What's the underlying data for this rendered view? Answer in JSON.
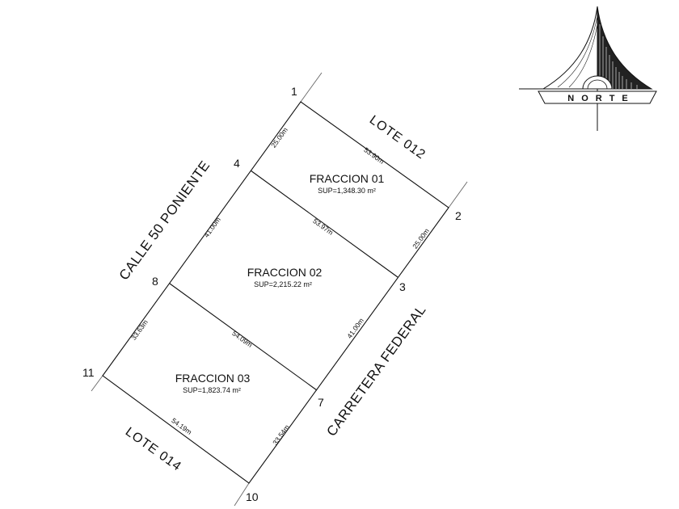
{
  "points": [
    {
      "id": "p1",
      "label": "1"
    },
    {
      "id": "p2",
      "label": "2"
    },
    {
      "id": "p3",
      "label": "3"
    },
    {
      "id": "p4",
      "label": "4"
    },
    {
      "id": "p7",
      "label": "7"
    },
    {
      "id": "p8",
      "label": "8"
    },
    {
      "id": "p10",
      "label": "10"
    },
    {
      "id": "p11",
      "label": "11"
    }
  ],
  "dimensions": {
    "d_1_4": "25.00m",
    "d_1_2": "53.90m",
    "d_2_3": "25.00m",
    "d_4_3": "53.97m",
    "d_4_8": "41.00m",
    "d_3_7": "41.00m",
    "d_8_7": "54.09m",
    "d_8_11": "33.63m",
    "d_11_10": "54.19m",
    "d_7_10": "33.54m"
  },
  "streets": {
    "west": "CALLE 50 PONIENTE",
    "east": "CARRETERA FEDERAL",
    "north": "LOTE 012",
    "south": "LOTE 014"
  },
  "fractions": [
    {
      "name": "FRACCION 01",
      "area": "SUP=1,348.30 m²"
    },
    {
      "name": "FRACCION 02",
      "area": "SUP=2,215.22 m²"
    },
    {
      "name": "FRACCION 03",
      "area": "SUP=1,823.74 m²"
    }
  ],
  "north_arrow": {
    "label": "NORTE",
    "icon": "north-arrow-icon"
  }
}
